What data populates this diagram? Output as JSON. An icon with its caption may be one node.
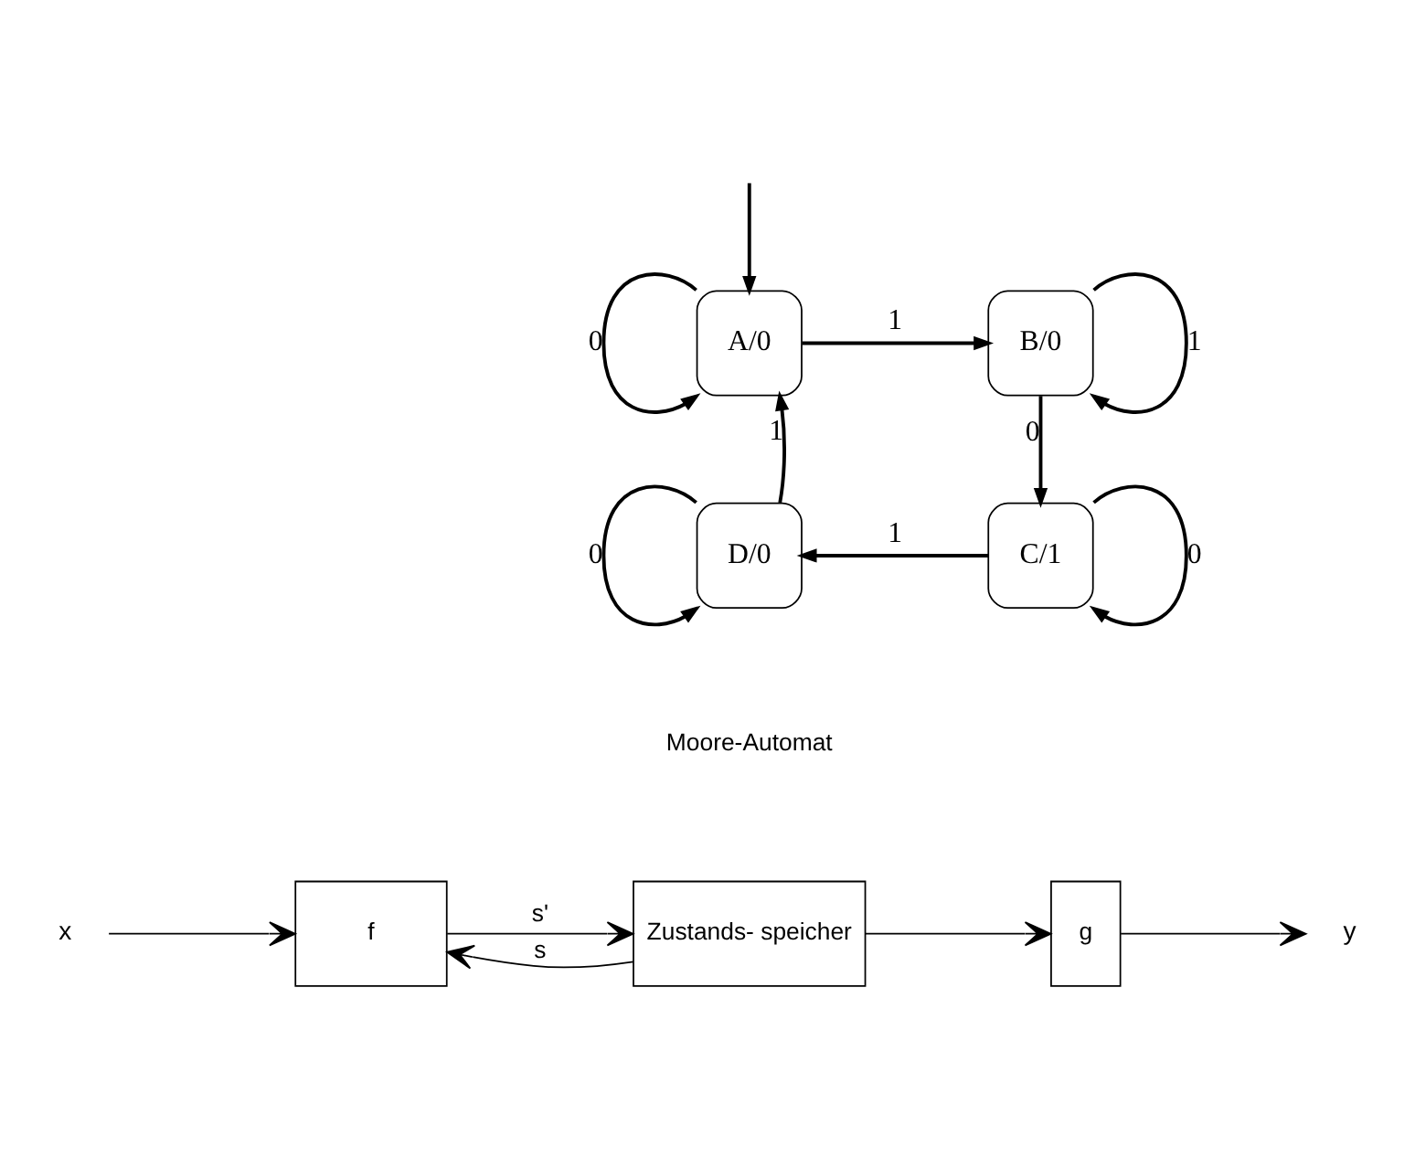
{
  "diagram": {
    "nodes": [
      {
        "text": [
          "A/0"
        ]
      },
      {
        "text": [
          "B/0"
        ]
      },
      {
        "text": [
          "C/1"
        ]
      },
      {
        "text": [
          "D/0"
        ]
      },
      {
        "text": [
          "x"
        ]
      },
      {
        "text": [
          "f"
        ]
      },
      {
        "text": [
          "Zustands- speicher"
        ]
      },
      {
        "text": [
          "g"
        ]
      },
      {
        "text": [
          "y"
        ]
      }
    ],
    "edges": [
      {
        "from": 0,
        "to": 0,
        "arrow": "to",
        "label": "0"
      },
      {
        "from": null,
        "to": 0,
        "arrow": "to"
      },
      {
        "from": 0,
        "to": 1,
        "arrow": "to",
        "label": "1"
      },
      {
        "from": 1,
        "to": 1,
        "arrow": "to",
        "label": "1"
      },
      {
        "from": 1,
        "to": 2,
        "arrow": "to",
        "label": "0"
      },
      {
        "from": 2,
        "to": 2,
        "arrow": "to",
        "label": "0"
      },
      {
        "from": 2,
        "to": 3,
        "arrow": "to",
        "label": "1"
      },
      {
        "from": 3,
        "to": 3,
        "arrow": "to",
        "label": "0"
      },
      {
        "from": 3,
        "to": 0,
        "arrow": "to",
        "label": "1"
      },
      {
        "from": 4,
        "to": 5,
        "arrow": "to"
      },
      {
        "from": 5,
        "to": 6,
        "arrow": "to",
        "label": "s'"
      },
      {
        "from": 6,
        "to": 7,
        "arrow": "to"
      },
      {
        "from": 6,
        "to": 5,
        "arrow": "to",
        "label": "s"
      },
      {
        "from": 7,
        "to": 8,
        "arrow": "to"
      }
    ],
    "labels": [
      "Moore-Automat"
    ]
  }
}
